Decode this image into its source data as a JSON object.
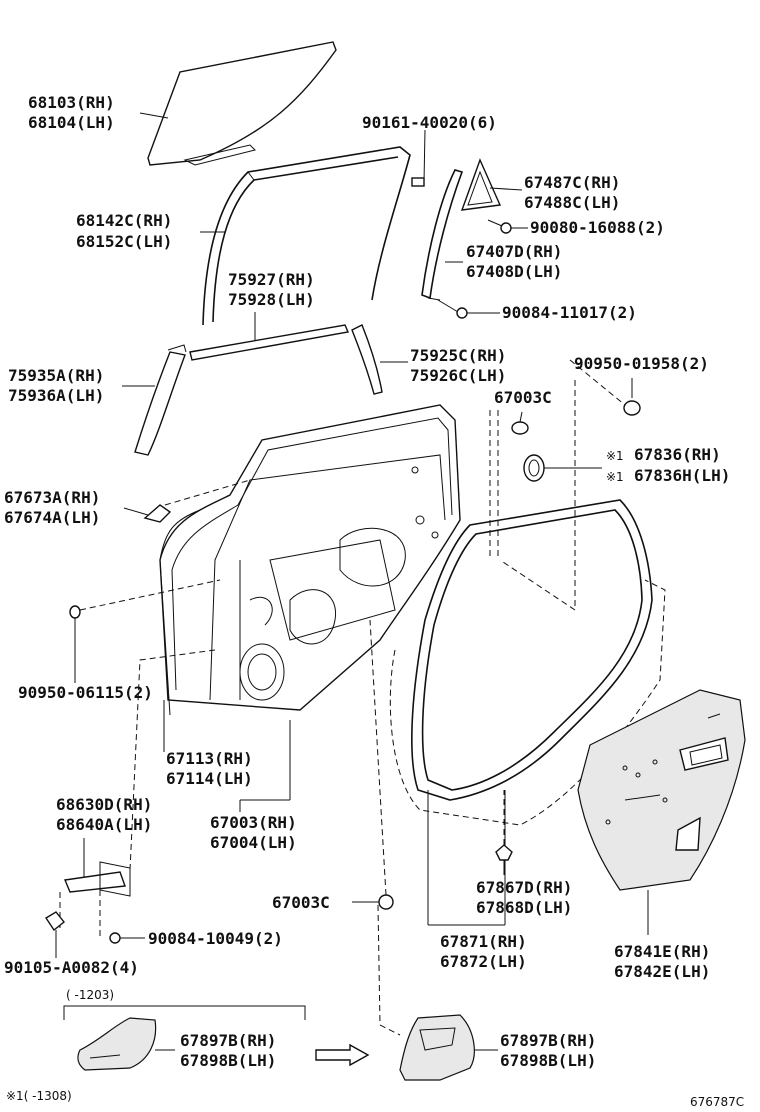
{
  "labels": {
    "l01": "68103(RH)",
    "l02": "68104(LH)",
    "l03": "90161-40020(6)",
    "l04": "67487C(RH)",
    "l05": "67488C(LH)",
    "l06": "68142C(RH)",
    "l07": "68152C(LH)",
    "l08": "90080-16088(2)",
    "l09": "67407D(RH)",
    "l10": "67408D(LH)",
    "l11": "75927(RH)",
    "l12": "75928(LH)",
    "l13": "90084-11017(2)",
    "l14": "75935A(RH)",
    "l15": "75936A(LH)",
    "l16": "75925C(RH)",
    "l17": "75926C(LH)",
    "l18": "90950-01958(2)",
    "l19": "67003C",
    "l20": "※1",
    "l21": "67836(RH)",
    "l22": "※1",
    "l23": "67836H(LH)",
    "l24": "67673A(RH)",
    "l25": "67674A(LH)",
    "l26": "90950-06115(2)",
    "l27": "67113(RH)",
    "l28": "67114(LH)",
    "l29": "68630D(RH)",
    "l30": "68640A(LH)",
    "l31": "67003(RH)",
    "l32": "67004(LH)",
    "l33": "67867D(RH)",
    "l34": "67868D(LH)",
    "l35": "67003C",
    "l36": "90084-10049(2)",
    "l37": "67871(RH)",
    "l38": "67872(LH)",
    "l39": "90105-A0082(4)",
    "l40": "67841E(RH)",
    "l41": "67842E(LH)",
    "l42": "(     -1203)",
    "l43": "67897B(RH)",
    "l44": "67898B(LH)",
    "l45": "67897B(RH)",
    "l46": "67898B(LH)",
    "l47": "※1(     -1308)",
    "l48": "676787C"
  }
}
